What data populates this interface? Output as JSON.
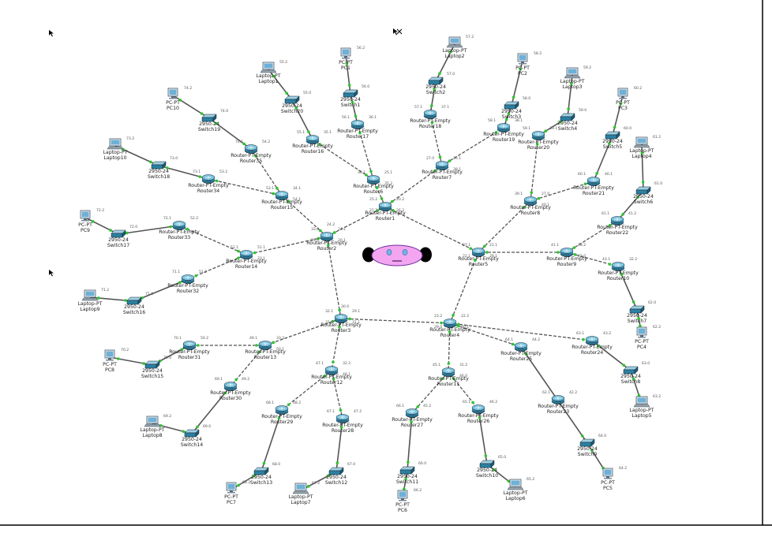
{
  "frame": {
    "right_border": true,
    "bottom_border": true
  },
  "cursors": [
    {
      "icon": "mouse-cursor-icon"
    },
    {
      "icon": "delete-cursor-icon"
    },
    {
      "icon": "mouse-cursor-icon"
    }
  ],
  "center_face": {
    "icon": "smiley-face-icon",
    "fill": "#f3a6ef",
    "outline": "#6b2ea0",
    "ears": "#000000"
  },
  "link_colors": {
    "line": "#555555",
    "port_ok": "#2fc42f"
  },
  "nodes": [
    {
      "id": "r1",
      "type": "router",
      "label": "Router-PT-Empty\nRouter1",
      "ips": [
        "20.2",
        "25.2",
        "26.2",
        "21.2"
      ]
    },
    {
      "id": "r2",
      "type": "router",
      "label": "Router-PT-Empty\nRouter2",
      "ips": [
        "24.1",
        "33.0",
        "20.1",
        "29.0",
        "24.2"
      ]
    },
    {
      "id": "r3",
      "type": "router",
      "label": "Router-PT-Empty\nRouter3",
      "ips": [
        "29.1",
        "32.1",
        "31.1",
        "31.0",
        "30.0"
      ]
    },
    {
      "id": "r4",
      "type": "router",
      "label": "Router-PT-Empty\nRouter4",
      "ips": [
        "22.2",
        "23.2",
        "30.1",
        "29.0"
      ]
    },
    {
      "id": "r5",
      "type": "router",
      "label": "Router-PT-Empty\nRouter5",
      "ips": [
        "21.1",
        "27.1",
        "28.1",
        "22.1"
      ]
    },
    {
      "id": "r6",
      "type": "router",
      "label": "Router-PT-Empty\nRouter6",
      "ips": [
        "25.1",
        "36.1",
        "35.2"
      ]
    },
    {
      "id": "r7",
      "type": "router",
      "label": "Router-PT-Empty\nRouter7",
      "ips": [
        "26.1",
        "27.0",
        "38.1"
      ]
    },
    {
      "id": "r8",
      "type": "router",
      "label": "Router-PT-Empty\nRouter8",
      "ips": [
        "27.0",
        "39.1",
        "40.1"
      ]
    },
    {
      "id": "r9",
      "type": "router",
      "label": "Router-PT-Empty\nRouter9",
      "ips": [
        "28.2",
        "41.1",
        "42.0"
      ]
    },
    {
      "id": "r10",
      "type": "router",
      "label": "Router-PT-Empty\nRouter10",
      "ips": [
        "32.2",
        "43.1"
      ]
    },
    {
      "id": "r11",
      "type": "router",
      "label": "Router-PT-Empty\nRouter11",
      "ips": [
        "31.2",
        "45.1",
        "46.0"
      ]
    },
    {
      "id": "r12",
      "type": "router",
      "label": "Router-PT-Empty\nRouter12",
      "ips": [
        "32.2",
        "47.1",
        "48.1"
      ]
    },
    {
      "id": "r13",
      "type": "router",
      "label": "Router-PT-Empty\nRouter13",
      "ips": [
        "33.2",
        "49.1",
        "50.1"
      ]
    },
    {
      "id": "r14",
      "type": "router",
      "label": "Router-PT-Empty\nRouter14",
      "ips": [
        "51.1",
        "52.1",
        "33.1"
      ]
    },
    {
      "id": "r15",
      "type": "router",
      "label": "Router-PT-Empty\nRouter15",
      "ips": [
        "34.1",
        "53.1",
        "54.1"
      ]
    },
    {
      "id": "r16",
      "type": "router",
      "label": "Router-PT-Empty\nRouter16",
      "ips": [
        "35.1",
        "55.1"
      ]
    },
    {
      "id": "r17",
      "type": "router",
      "label": "Router-PT-Empty\nRouter17",
      "ips": [
        "36.1",
        "56.1"
      ]
    },
    {
      "id": "r18",
      "type": "router",
      "label": "Router-PT-Empty\nRouter18",
      "ips": [
        "37.1",
        "57.1"
      ]
    },
    {
      "id": "r19",
      "type": "router",
      "label": "Router-PT-Empty\nRouter19",
      "ips": [
        "38.1",
        "58.1"
      ]
    },
    {
      "id": "r20",
      "type": "router",
      "label": "Router-PT-Empty\nRouter20",
      "ips": [
        "39.1",
        "59.1"
      ]
    },
    {
      "id": "r21",
      "type": "router",
      "label": "Router-PT-Empty\nRouter21",
      "ips": [
        "40.1",
        "60.1"
      ]
    },
    {
      "id": "r22",
      "type": "router",
      "label": "Router-PT-Empty\nRouter22",
      "ips": [
        "41.2",
        "61.1"
      ]
    },
    {
      "id": "r23",
      "type": "router",
      "label": "Router-PT-Empty\nRouter23",
      "ips": [
        "42.2",
        "62.1"
      ]
    },
    {
      "id": "r24",
      "type": "router",
      "label": "Router-PT-Empty\nRouter24",
      "ips": [
        "43.2",
        "63.1"
      ]
    },
    {
      "id": "r25",
      "type": "router",
      "label": "Router-PT-Empty\nRouter25",
      "ips": [
        "44.2",
        "64.1"
      ]
    },
    {
      "id": "r26",
      "type": "router",
      "label": "Router-PT-Empty\nRouter26",
      "ips": [
        "46.2",
        "65.1"
      ]
    },
    {
      "id": "r27",
      "type": "router",
      "label": "Router-PT-Empty\nRouter27",
      "ips": [
        "45.2",
        "66.1"
      ]
    },
    {
      "id": "r28",
      "type": "router",
      "label": "Router-PT-Empty\nRouter28",
      "ips": [
        "47.2",
        "67.1"
      ]
    },
    {
      "id": "r29",
      "type": "router",
      "label": "Router-PT-Empty\nRouter29",
      "ips": [
        "48.2",
        "68.1"
      ]
    },
    {
      "id": "r30",
      "type": "router",
      "label": "Router-PT-Empty\nRouter30",
      "ips": [
        "49.2",
        "69.1"
      ]
    },
    {
      "id": "r31",
      "type": "router",
      "label": "Router-PT-Empty\nRouter31",
      "ips": [
        "50.2",
        "70.1"
      ]
    },
    {
      "id": "r32",
      "type": "router",
      "label": "Router-PT-Empty\nRouter32",
      "ips": [
        "51.2",
        "71.1"
      ]
    },
    {
      "id": "r33",
      "type": "router",
      "label": "Router-PT-Empty\nRouter33",
      "ips": [
        "52.2",
        "72.1"
      ]
    },
    {
      "id": "r34",
      "type": "router",
      "label": "Router-PT-Empty\nRouter34",
      "ips": [
        "53.2",
        "73.1"
      ]
    },
    {
      "id": "r35",
      "type": "router",
      "label": "Router-PT-Empty\nRouter35",
      "ips": [
        "54.2",
        "74.1"
      ]
    },
    {
      "id": "s1",
      "type": "switch",
      "label": "2950-24\nSwitch1",
      "ips": [
        "56.0"
      ]
    },
    {
      "id": "s2",
      "type": "switch",
      "label": "2950-24\nSwitch2",
      "ips": [
        "57.0"
      ]
    },
    {
      "id": "s3",
      "type": "switch",
      "label": "2950-24\nSwitch3",
      "ips": [
        "58.0"
      ]
    },
    {
      "id": "s4",
      "type": "switch",
      "label": "2950-24\nSwitch4",
      "ips": [
        "59.0"
      ]
    },
    {
      "id": "s5",
      "type": "switch",
      "label": "2950-24\nSwitch5",
      "ips": [
        "60.0"
      ]
    },
    {
      "id": "s6",
      "type": "switch",
      "label": "2950-24\nSwitch6",
      "ips": [
        "61.0"
      ]
    },
    {
      "id": "s7",
      "type": "switch",
      "label": "2950-24\nSwitch7",
      "ips": [
        "62.0"
      ]
    },
    {
      "id": "s8",
      "type": "switch",
      "label": "2950-24\nSwitch8",
      "ips": [
        "63.0"
      ]
    },
    {
      "id": "s9",
      "type": "switch",
      "label": "2950-24\nSwitch9",
      "ips": [
        "64.0"
      ]
    },
    {
      "id": "s10",
      "type": "switch",
      "label": "2950-24\nSwitch10",
      "ips": [
        "65.0"
      ]
    },
    {
      "id": "s11",
      "type": "switch",
      "label": "2950-24\nSwitch11",
      "ips": [
        "66.0"
      ]
    },
    {
      "id": "s12",
      "type": "switch",
      "label": "2950-24\nSwitch12",
      "ips": [
        "67.0"
      ]
    },
    {
      "id": "s13",
      "type": "switch",
      "label": "2950-24\nSwitch13",
      "ips": [
        "68.0"
      ]
    },
    {
      "id": "s14",
      "type": "switch",
      "label": "2950-24\nSwitch14",
      "ips": [
        "69.0"
      ]
    },
    {
      "id": "s15",
      "type": "switch",
      "label": "2950-24\nSwitch15",
      "ips": [
        "70.0"
      ]
    },
    {
      "id": "s16",
      "type": "switch",
      "label": "2950-24\nSwitch16",
      "ips": [
        "71.0"
      ]
    },
    {
      "id": "s17",
      "type": "switch",
      "label": "2950-24\nSwitch17",
      "ips": [
        "72.0"
      ]
    },
    {
      "id": "s18",
      "type": "switch",
      "label": "2950-24\nSwitch18",
      "ips": [
        "73.0"
      ]
    },
    {
      "id": "s19",
      "type": "switch",
      "label": "2950-24\nSwitch19",
      "ips": [
        "74.0"
      ]
    },
    {
      "id": "s20",
      "type": "switch",
      "label": "2950-24\nSwitch20",
      "ips": [
        "55.0"
      ]
    },
    {
      "id": "pc1",
      "type": "pc",
      "label": "PC-PT\nPC1",
      "ips": [
        "56.2"
      ]
    },
    {
      "id": "pc2",
      "type": "pc",
      "label": "PC-PT\nPC2",
      "ips": [
        "58.2"
      ]
    },
    {
      "id": "pc3",
      "type": "pc",
      "label": "PC-PT\nPC3",
      "ips": [
        "60.2"
      ]
    },
    {
      "id": "pc4",
      "type": "pc",
      "label": "PC-PT\nPC4",
      "ips": [
        "62.2"
      ]
    },
    {
      "id": "pc5",
      "type": "pc",
      "label": "PC-PT\nPC5",
      "ips": [
        "64.2"
      ]
    },
    {
      "id": "pc6",
      "type": "pc",
      "label": "PC-PT\nPC6",
      "ips": [
        "66.2"
      ]
    },
    {
      "id": "pc7",
      "type": "pc",
      "label": "PC-PT\nPC7",
      "ips": [
        "68.2"
      ]
    },
    {
      "id": "pc8",
      "type": "pc",
      "label": "PC-PT\nPC8",
      "ips": [
        "70.2"
      ]
    },
    {
      "id": "pc9",
      "type": "pc",
      "label": "PC-PT\nPC9",
      "ips": [
        "72.2"
      ]
    },
    {
      "id": "pc10",
      "type": "pc",
      "label": "PC-PT\nPC10",
      "ips": [
        "74.2"
      ]
    },
    {
      "id": "l1",
      "type": "laptop",
      "label": "Laptop-PT\nLaptop1",
      "ips": [
        "55.2"
      ]
    },
    {
      "id": "l2",
      "type": "laptop",
      "label": "Laptop-PT\nLaptop2",
      "ips": [
        "57.2"
      ]
    },
    {
      "id": "l3",
      "type": "laptop",
      "label": "Laptop-PT\nLaptop3",
      "ips": [
        "59.2"
      ]
    },
    {
      "id": "l4",
      "type": "laptop",
      "label": "Laptop-PT\nLaptop4",
      "ips": [
        "61.2"
      ]
    },
    {
      "id": "l5",
      "type": "laptop",
      "label": "Laptop-PT\nLaptop5",
      "ips": [
        "63.2"
      ]
    },
    {
      "id": "l6",
      "type": "laptop",
      "label": "Laptop-PT\nLaptop6",
      "ips": [
        "65.2"
      ]
    },
    {
      "id": "l7",
      "type": "laptop",
      "label": "Laptop-PT\nLaptop7",
      "ips": [
        "67.2"
      ]
    },
    {
      "id": "l8",
      "type": "laptop",
      "label": "Laptop-PT\nLaptop8",
      "ips": [
        "69.2"
      ]
    },
    {
      "id": "l9",
      "type": "laptop",
      "label": "Laptop-PT\nLaptop9",
      "ips": [
        "71.2"
      ]
    },
    {
      "id": "l10",
      "type": "laptop",
      "label": "Laptop-PT\nLaptop10",
      "ips": [
        "73.2"
      ]
    }
  ],
  "links": [
    [
      "r1",
      "r2"
    ],
    [
      "r1",
      "r5"
    ],
    [
      "r1",
      "r6"
    ],
    [
      "r1",
      "r7"
    ],
    [
      "r2",
      "r3"
    ],
    [
      "r3",
      "r4"
    ],
    [
      "r4",
      "r5"
    ],
    [
      "r2",
      "r14"
    ],
    [
      "r2",
      "r15"
    ],
    [
      "r5",
      "r8"
    ],
    [
      "r5",
      "r9"
    ],
    [
      "r6",
      "r16"
    ],
    [
      "r6",
      "r17"
    ],
    [
      "r7",
      "r18"
    ],
    [
      "r7",
      "r19"
    ],
    [
      "r8",
      "r20"
    ],
    [
      "r8",
      "r21"
    ],
    [
      "r9",
      "r10"
    ],
    [
      "r9",
      "r22"
    ],
    [
      "r3",
      "r12"
    ],
    [
      "r3",
      "r13"
    ],
    [
      "r4",
      "r11"
    ],
    [
      "r4",
      "r24"
    ],
    [
      "r4",
      "r25"
    ],
    [
      "r10",
      "s7"
    ],
    [
      "s7",
      "pc4"
    ],
    [
      "r11",
      "r26"
    ],
    [
      "r11",
      "r27"
    ],
    [
      "r12",
      "r28"
    ],
    [
      "r12",
      "r29"
    ],
    [
      "r13",
      "r30"
    ],
    [
      "r13",
      "r31"
    ],
    [
      "r14",
      "r32"
    ],
    [
      "r14",
      "r33"
    ],
    [
      "r15",
      "r34"
    ],
    [
      "r15",
      "r35"
    ],
    [
      "r16",
      "s20"
    ],
    [
      "s20",
      "l1"
    ],
    [
      "r17",
      "s1"
    ],
    [
      "s1",
      "pc1"
    ],
    [
      "r18",
      "s2"
    ],
    [
      "s2",
      "l2"
    ],
    [
      "r19",
      "s3"
    ],
    [
      "s3",
      "pc2"
    ],
    [
      "r20",
      "s4"
    ],
    [
      "s4",
      "l3"
    ],
    [
      "r21",
      "s5"
    ],
    [
      "s5",
      "pc3"
    ],
    [
      "r22",
      "s6"
    ],
    [
      "s6",
      "l4"
    ],
    [
      "r24",
      "s8"
    ],
    [
      "s8",
      "l5"
    ],
    [
      "r25",
      "s9"
    ],
    [
      "s9",
      "pc5"
    ],
    [
      "r26",
      "s10"
    ],
    [
      "s10",
      "l6"
    ],
    [
      "r27",
      "s11"
    ],
    [
      "s11",
      "pc6"
    ],
    [
      "r28",
      "s12"
    ],
    [
      "s12",
      "l7"
    ],
    [
      "r29",
      "s13"
    ],
    [
      "s13",
      "pc7"
    ],
    [
      "r30",
      "s14"
    ],
    [
      "s14",
      "l8"
    ],
    [
      "r31",
      "s15"
    ],
    [
      "s15",
      "pc8"
    ],
    [
      "r32",
      "s16"
    ],
    [
      "s16",
      "l9"
    ],
    [
      "r33",
      "s17"
    ],
    [
      "s17",
      "pc9"
    ],
    [
      "r34",
      "s18"
    ],
    [
      "s18",
      "l10"
    ],
    [
      "r35",
      "s19"
    ],
    [
      "s19",
      "pc10"
    ]
  ]
}
